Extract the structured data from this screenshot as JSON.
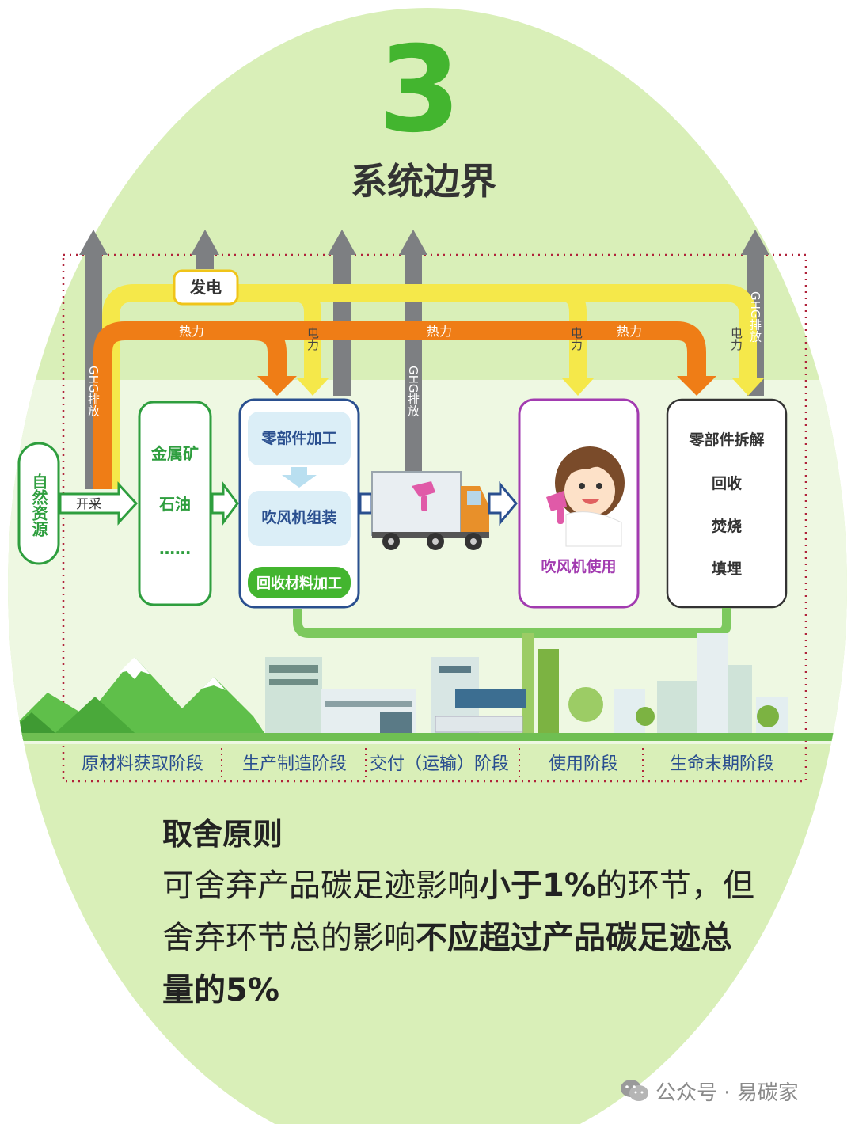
{
  "header": {
    "number": "3",
    "title": "系统边界"
  },
  "colors": {
    "bg_green": "#d9efb8",
    "dark_green": "#2e9e3e",
    "bright_green": "#43b52f",
    "ghg_gray": "#7d7f82",
    "heat_orange": "#ef7d16",
    "power_yellow": "#f5e84a",
    "purple": "#a23bb0",
    "dark_blue": "#2a4f8f",
    "boundary_red": "#b0223a"
  },
  "flows": {
    "power_source": "发电",
    "heat_1": "热力",
    "heat_2": "热力",
    "heat_3": "热力",
    "power_1": "电力",
    "power_2": "电力",
    "power_3": "电力",
    "ghg_1": "GHG排放",
    "ghg_2": "GHG排放",
    "ghg_3": "GHG排放",
    "mining": "开采"
  },
  "nodes": {
    "natural_resources": "自然资源",
    "raw_materials": {
      "item1": "金属矿",
      "item2": "石油",
      "item3": "……"
    },
    "production": {
      "step1": "零部件加工",
      "step2": "吹风机组装",
      "step3": "回收材料加工"
    },
    "use": {
      "label": "吹风机使用"
    },
    "end_of_life": {
      "item1": "零部件拆解",
      "item2": "回收",
      "item3": "焚烧",
      "item4": "填埋"
    }
  },
  "stages": [
    "原材料获取阶段",
    "生产制造阶段",
    "交付（运输）阶段",
    "使用阶段",
    "生命末期阶段"
  ],
  "principle": {
    "heading": "取舍原则",
    "l1_a": "可舍弃产品碳足迹影响",
    "l1_b": "小于1%",
    "l1_c": "的环节，但",
    "l2_a": "舍弃环节总的影响",
    "l2_b": "不应超过产品碳足迹总",
    "l3_a": "量的5%"
  },
  "watermark": {
    "icon": "wechat-icon",
    "text": "公众号 · 易碳家"
  }
}
